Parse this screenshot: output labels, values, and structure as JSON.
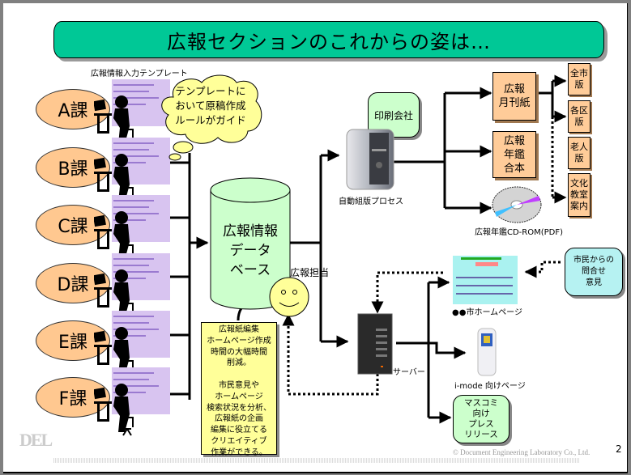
{
  "title": "広報セクションのこれからの姿は…",
  "template_label": "広報情報入力テンプレート",
  "departments": [
    {
      "label": "A課"
    },
    {
      "label": "B課"
    },
    {
      "label": "C課"
    },
    {
      "label": "D課"
    },
    {
      "label": "E課"
    },
    {
      "label": "F課"
    }
  ],
  "cloud": {
    "lines": [
      "テンプレートに",
      "おいて原稿作成",
      "ルールがガイド"
    ]
  },
  "database": {
    "lines": [
      "広報情報",
      "データ",
      "ベース"
    ]
  },
  "pr_staff_label": "広報担当",
  "note": {
    "lines": [
      "広報紙編集",
      "ホームページ作成",
      "時間の大幅時間",
      "削減。",
      "",
      "市民意見や",
      "ホームページ",
      "検索状況を分析、",
      "広報紙の企画",
      "編集に役立てる",
      "クリエイティブ",
      "作業ができる。"
    ]
  },
  "print_company": "印刷会社",
  "auto_typeset_label": "自動組版プロセス",
  "monthly_paper": {
    "lines": [
      "広報",
      "月刊紙"
    ]
  },
  "yearbook": {
    "lines": [
      "広報",
      "年鑑",
      "合本"
    ]
  },
  "cdrom_label": "広報年鑑CD-ROM(PDF)",
  "editions": [
    {
      "lines": [
        "全市",
        "版"
      ]
    },
    {
      "lines": [
        "各区",
        "版"
      ]
    },
    {
      "lines": [
        "老人",
        "版"
      ]
    },
    {
      "lines": [
        "文化",
        "教室",
        "案内"
      ]
    }
  ],
  "server_label": "サーバー",
  "homepage_label": "●●市ホームページ",
  "inquiry": {
    "lines": [
      "市民からの",
      "問合せ",
      "意見"
    ]
  },
  "imode_label": "i-mode 向けページ",
  "press_release": {
    "lines": [
      "マスコミ",
      "向け",
      "プレス",
      "リリース"
    ]
  },
  "footer": {
    "logo": "DEL",
    "copyright": "© Document Engineering Laboratory Co., Ltd.",
    "page_number": "2"
  }
}
